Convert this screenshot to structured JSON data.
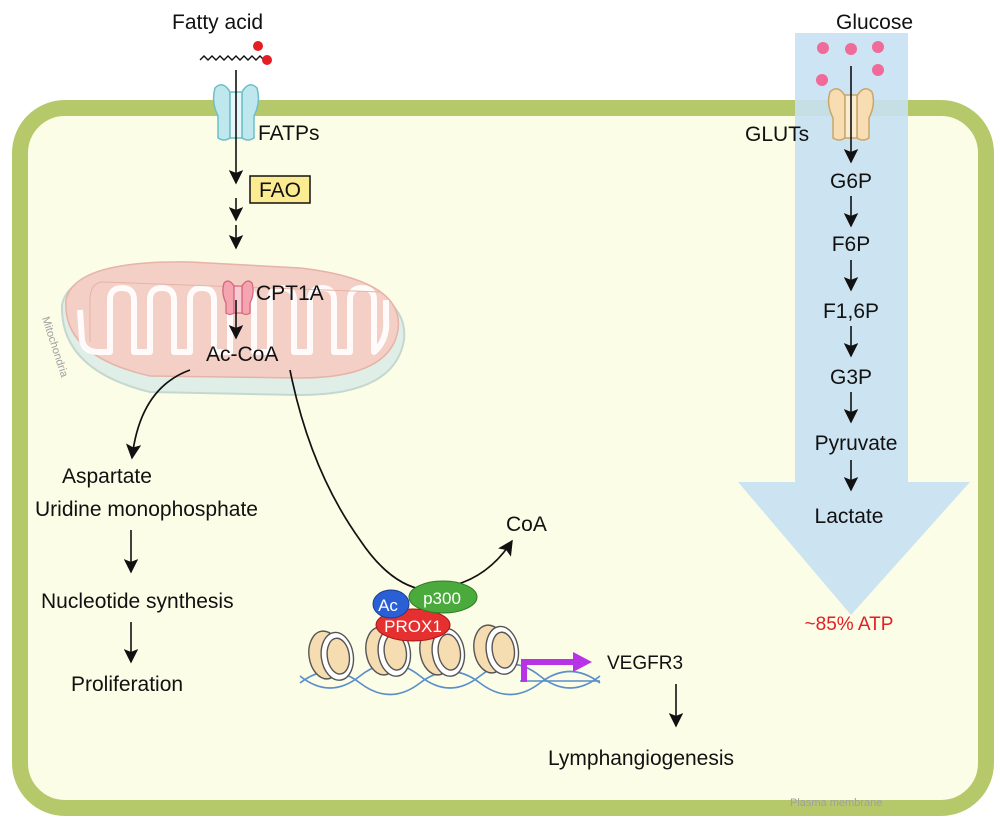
{
  "inputs": {
    "fatty_acid": "Fatty acid",
    "glucose": "Glucose"
  },
  "transporters": {
    "fatps": "FATPs",
    "gluts": "GLUTs",
    "cpt1a": "CPT1A"
  },
  "fao_box": "FAO",
  "mitochondria_label": "Mitochondria",
  "membrane_label": "Plasma membrane",
  "acetyl": "Ac-CoA",
  "glycolysis": {
    "steps": [
      "G6P",
      "F6P",
      "F1,6P",
      "G3P",
      "Pyruvate",
      "Lactate"
    ],
    "atp": "~85% ATP"
  },
  "nucleotide_path": {
    "products": [
      "Aspartate",
      "Uridine monophosphate"
    ],
    "synthesis": "Nucleotide synthesis",
    "outcome": "Proliferation"
  },
  "epigenetic": {
    "coa": "CoA",
    "ac": "Ac",
    "p300": "p300",
    "prox1": "PROX1",
    "gene": "VEGFR3",
    "outcome": "Lymphangiogenesis"
  },
  "colors": {
    "membrane": "#b5c96a",
    "cytoplasm": "#fbfde6",
    "glycolysis_arrow": "#c6e1f2",
    "atp_text": "#e41e24",
    "fao_box": "#fbec92",
    "p300": "#4aab3c",
    "prox1": "#e62f2f",
    "ac": "#2a5fd6",
    "promoter_arrow": "#b832e6"
  }
}
